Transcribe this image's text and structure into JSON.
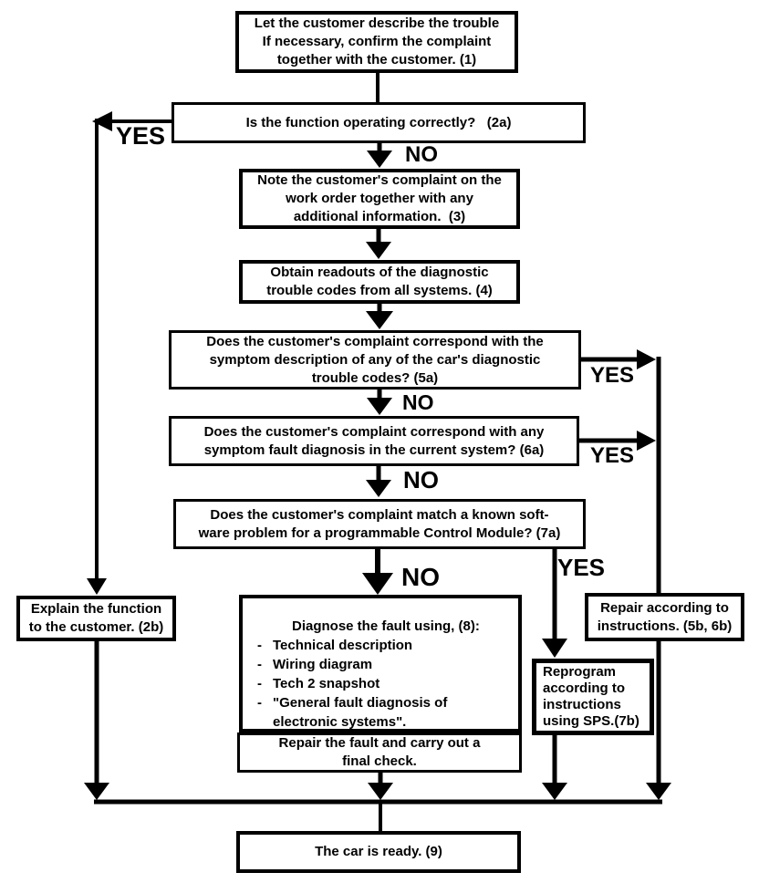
{
  "nodes": {
    "n1": {
      "lines": [
        "Let the customer describe the trouble",
        "If necessary, confirm the complaint",
        "together with the customer. (1)"
      ]
    },
    "n2a": {
      "lines": [
        "Is the function operating correctly?   (2a)"
      ]
    },
    "n3": {
      "lines": [
        "Note the customer's complaint on the",
        "work order together with any",
        "additional information.  (3)"
      ]
    },
    "n4": {
      "lines": [
        "Obtain readouts of the diagnostic",
        "trouble codes from all systems. (4)"
      ]
    },
    "n5a": {
      "lines": [
        "Does the customer's complaint correspond with the",
        "symptom description of any of the car's diagnostic",
        "trouble codes? (5a)"
      ]
    },
    "n6a": {
      "lines": [
        "Does the customer's complaint correspond with any",
        "symptom fault diagnosis in the current system? (6a)"
      ]
    },
    "n7a": {
      "lines": [
        "Does the customer's complaint match a known soft-",
        "ware problem for a programmable Control Module? (7a)"
      ]
    },
    "n8": {
      "title": "Diagnose the fault using, (8):",
      "dash": "-",
      "bullets": [
        "Technical description",
        "Wiring diagram",
        "Tech 2 snapshot",
        "\"General fault diagnosis of"
      ],
      "bullet_continuation": "electronic systems\"."
    },
    "n8b": {
      "lines": [
        "Repair the fault and carry out a",
        "final check."
      ]
    },
    "n2b": {
      "lines": [
        "Explain the function",
        "to the customer. (2b)"
      ]
    },
    "n5b6b": {
      "lines": [
        "Repair according to",
        "instructions. (5b, 6b)"
      ]
    },
    "n7b": {
      "lines": [
        "Reprogram",
        "according to",
        "instructions",
        "using SPS.(7b)"
      ]
    },
    "n9": {
      "lines": [
        "The car is ready. (9)"
      ]
    }
  },
  "edge_labels": {
    "yes_2a": "YES",
    "no_2a": "NO",
    "yes_5a": "YES",
    "no_5a": "NO",
    "yes_6a": "YES",
    "no_6a": "NO",
    "yes_7a": "YES",
    "no_7a": "NO"
  },
  "colors": {
    "ink": "#000000",
    "background": "#ffffff"
  }
}
